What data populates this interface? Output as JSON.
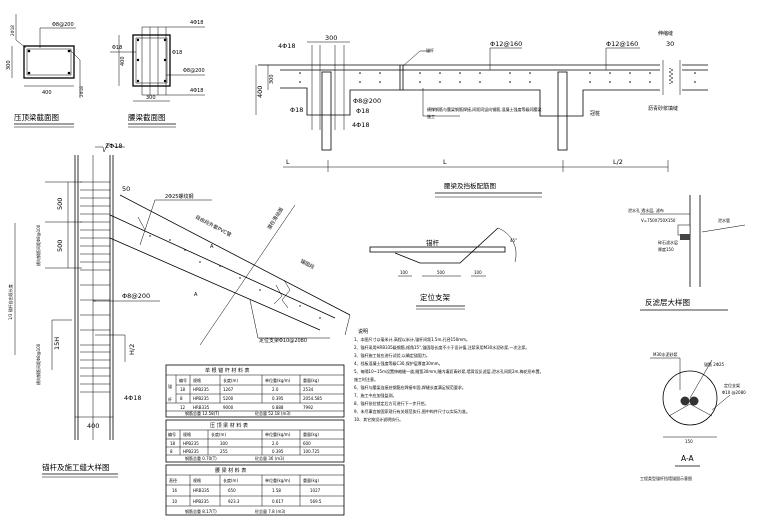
{
  "sections": {
    "capping_beam": {
      "title": "压顶梁截面图",
      "stirrup": "Φ8@200",
      "width": "400",
      "height": "300",
      "bar": "2Φ18",
      "side": "2Φ18"
    },
    "waist_beam": {
      "title": "腰梁截面图",
      "top_bar": "4Φ18",
      "bottom_bar": "4Φ18",
      "side_bar": "Φ18",
      "side_bar2": "Φ18",
      "stirrup": "Φ8@200",
      "width": "300",
      "height": "400"
    }
  },
  "beam_elevation": {
    "title": "腰梁及挡板配筋图",
    "col_width": "300",
    "top_bar": "4Φ18",
    "bar1": "Φ12@160",
    "bar2": "Φ12@160",
    "joint_label": "伸缩缝",
    "joint_width": "30",
    "height_total": "400",
    "height_slab": "300",
    "stirrup": "Φ8@200",
    "side_left": "Φ18",
    "side_right": "Φ18",
    "bottom_bar": "4Φ18",
    "anchor_label": "锚杆",
    "note": "横撑钢筋与腰梁钢筋焊接,间距同竖向钢筋,混凝土强度等级同腰梁",
    "note2": "施工",
    "pile_label": "冠桩",
    "joint_fill": "沥青砂浆填缝",
    "dims": [
      "L",
      "L",
      "L/2"
    ]
  },
  "anchor_detail": {
    "title": "锚杆及施工缝大样图",
    "top_bar": "2Φ18",
    "dim_50": "50",
    "anchor_bar": "2Φ25螺纹钢",
    "free_section": "自由段外套PVC管",
    "slip_surface": "潜在滑动面",
    "anchor_section": "锚固段",
    "spacer": "定位支架Φ10@2080",
    "dim_500a": "500",
    "dim_500b": "500",
    "stirrup": "Φ8@200",
    "h15": "15H",
    "h2": "H/2",
    "bottom_bar": "4Φ18",
    "width": "400",
    "side_label1": "1/3 锚杆自由段长度",
    "side_label2": "横向钢筋间距Φ8@100",
    "side_label3": "横向钢筋间距Φ8@100",
    "section_mark": "A"
  },
  "spacer": {
    "title": "定位支架",
    "bar_label": "锚杆",
    "dims": [
      "100",
      "500",
      "100"
    ],
    "angle": "45°"
  },
  "filter": {
    "title": "反滤层大样图",
    "l1": "泄水孔 透水层, 滤布",
    "l2": "V=750X750X150",
    "l3": "碎石滤水层",
    "l4": "厚度150",
    "l5": "泄水管"
  },
  "section_aa": {
    "title": "A-A",
    "grout": "M30水泥砂浆",
    "bar": "锚筋  2Φ25",
    "spacer": "定位支架",
    "spacer2": "Φ10 @2080",
    "dia": "150",
    "caption": "工程类型锚杆挡墙锚固示意图"
  },
  "notes": {
    "heading": "说明",
    "lines": [
      "1、本图尺寸以毫米计,高程以米计,锚杆间距1.5m,孔径150mm。",
      "2、锚杆采用HRB335级钢筋,倾角15°,锚固段长度不小于设计值,注浆采用M30水泥砂浆,一次注浆。",
      "3、锚杆施工前应进行试验,以确定锚固力。",
      "4、挡板混凝土强度等级C30,保护层厚度30mm。",
      "5、每隔10~15m设置伸缩缝一道,缝宽30mm,缝内填沥青砂浆,墙背设反滤层,泄水孔间距2m,梅花形布置。",
      "   施工时注意。",
      "6、锚杆与腰梁连接处钢筋应焊接牢固,焊缝长度满足规范要求。",
      "7、施工中应加强监测。",
      "8、锚杆张拉锁定后方可进行下一步开挖。",
      "9、未尽事宜按国家现行有关规范执行,图中构件尺寸以实际为准。",
      "10、其它按设计说明执行。"
    ]
  },
  "tables": [
    {
      "title": "单 根 锚 杆 材 料 表",
      "headers": [
        "编号",
        "规格",
        "长度(m)",
        "单位重(kg/m)",
        "重量(kg)"
      ],
      "side": [
        "锚",
        "杆"
      ],
      "rows": [
        [
          "18",
          "HPB235",
          "1267",
          "2.0",
          "2534"
        ],
        [
          "8",
          "HPB235",
          "5200",
          "0.395",
          "2054.585"
        ],
        [
          "12",
          "HRB335",
          "9000",
          "0.888",
          "7992"
        ]
      ],
      "footer": [
        "钢筋总重 12.58(T)",
        "砼总量 52.18 (m3)"
      ]
    },
    {
      "title": "压 顶 梁 材 料 表",
      "headers": [
        "编号",
        "规格",
        "长度(m)",
        "单位重(kg/m)",
        "重量(kg)"
      ],
      "rows": [
        [
          "18",
          "HPB235",
          "300",
          "2.0",
          "600"
        ],
        [
          "8",
          "HPB235",
          "255",
          "0.395",
          "100.725"
        ]
      ],
      "footer": [
        "钢筋总重 0.70(T)",
        "砼总量 36 (m3)"
      ]
    },
    {
      "title": "腰 梁 材 料 表",
      "headers": [
        "直径",
        "规格",
        "长度(m)",
        "单位重(kg/m)",
        "重量(kg)"
      ],
      "rows": [
        [
          "16",
          "HRB335",
          "650",
          "1.58",
          "1027"
        ],
        [
          "10",
          "HPB235",
          "923.3",
          "0.617",
          "569.5"
        ]
      ],
      "footer": [
        "钢筋总重 8.17(T)",
        "砼总量 7.8 (m3)"
      ]
    }
  ]
}
